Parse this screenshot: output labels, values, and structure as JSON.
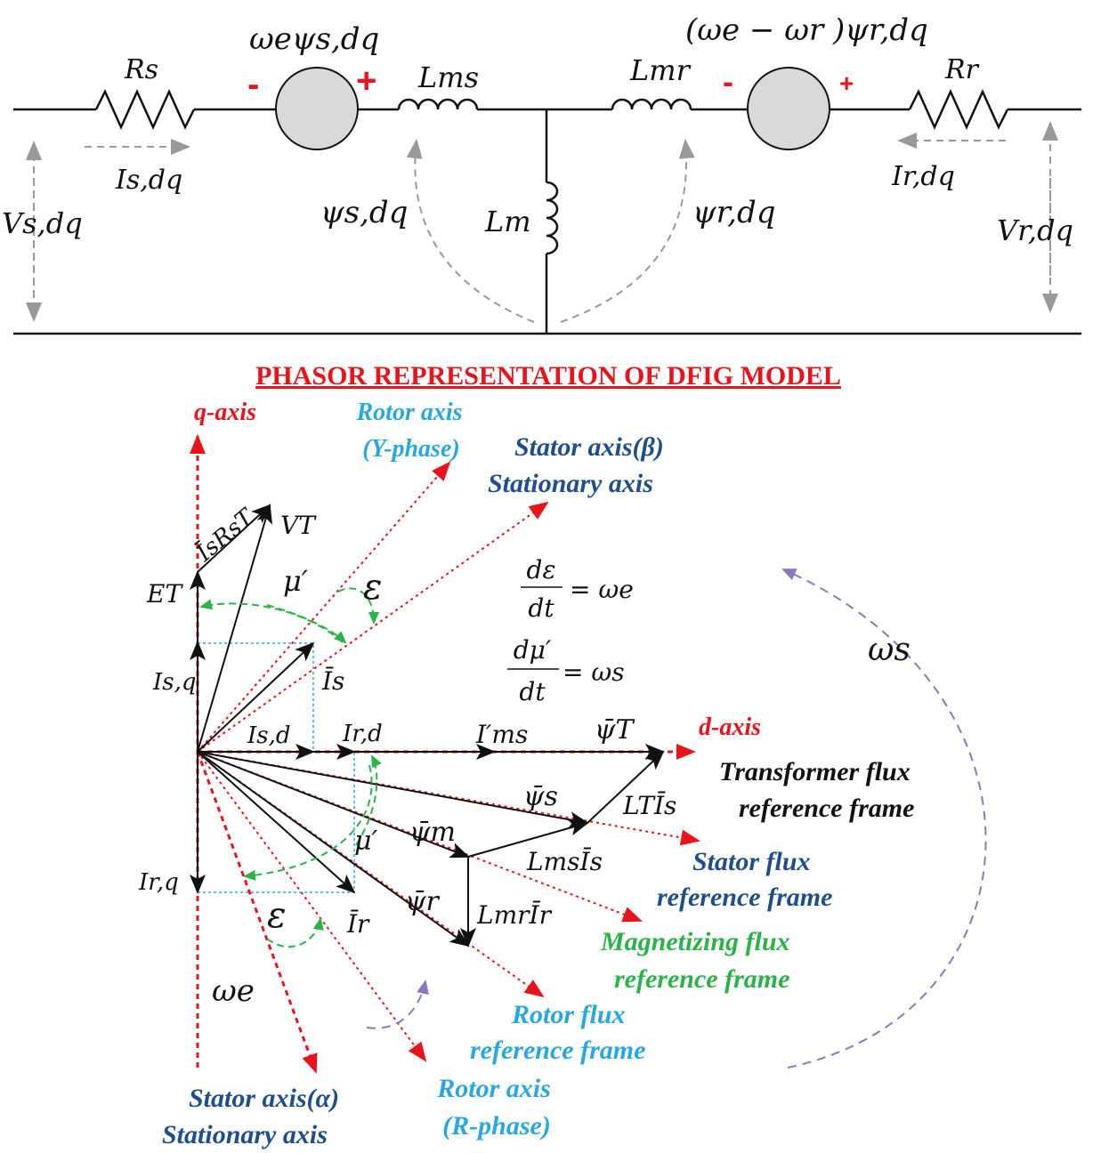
{
  "circuit": {
    "Rs": "Rs",
    "emf_stator": "ωeψs,dq",
    "Lms": "Lms",
    "Lmr": "Lmr",
    "emf_rotor": "(ωe − ωr )ψr,dq",
    "Rr": "Rr",
    "Is": "Is,dq",
    "Vs": "Vs,dq",
    "psi_s": "ψs,dq",
    "Lm": "Lm",
    "psi_r": "ψr,dq",
    "Ir": "Ir,dq",
    "Vr": "Vr,dq",
    "minus": "-",
    "plus": "+"
  },
  "phasor": {
    "title": "PHASOR REPRESENTATION OF DFIG MODEL",
    "q_axis": "q-axis",
    "d_axis": "d-axis",
    "rotor_axis_y_1": "Rotor axis",
    "rotor_axis_y_2": "(Y-phase)",
    "stator_beta_1": "Stator axis(β)",
    "stator_beta_2": "Stationary axis",
    "VT": "VT",
    "IsRsT": "ĪsRsT",
    "ET": "ET",
    "mu_prime": "μ′",
    "epsilon": "ε",
    "eq1_num": "dε",
    "eq1_den": "dt",
    "eq1_rhs": "= ωe",
    "eq2_num": "dμ′",
    "eq2_den": "dt",
    "eq2_rhs": "= ωs",
    "omega_s": "ωs",
    "Isq": "Is,q",
    "Is_bar": "Īs",
    "Isd": "Is,d",
    "Ird": "Ir,d",
    "Ims": "I′ms",
    "psiT": "ψ̄T",
    "transformer_1": "Transformer flux",
    "transformer_2": "reference frame",
    "psi_s_bar": "ψ̄s",
    "LTIs": "LTĪs",
    "psi_m_bar": "ψ̄m",
    "LmsIs": "LmsĪs",
    "stator_flux_1": "Stator flux",
    "stator_flux_2": "reference frame",
    "Irq": "Ir,q",
    "Ir_bar": "Īr",
    "psi_r_bar": "ψ̄r",
    "LmrIr": "LmrĪr",
    "mag_flux_1": "Magnetizing flux",
    "mag_flux_2": "reference frame",
    "omega_e": "ωe",
    "rotor_flux_1": "Rotor flux",
    "rotor_flux_2": "reference frame",
    "stator_alpha_1": "Stator axis(α)",
    "stator_alpha_2": "Stationary axis",
    "rotor_axis_r_1": "Rotor axis",
    "rotor_axis_r_2": "(R-phase)"
  },
  "colors": {
    "red": "#e8141c",
    "navy": "#1f4e8c",
    "sky": "#29a8e0",
    "green": "#2bb34a",
    "purple": "#8a78c0",
    "gray": "#999999"
  }
}
